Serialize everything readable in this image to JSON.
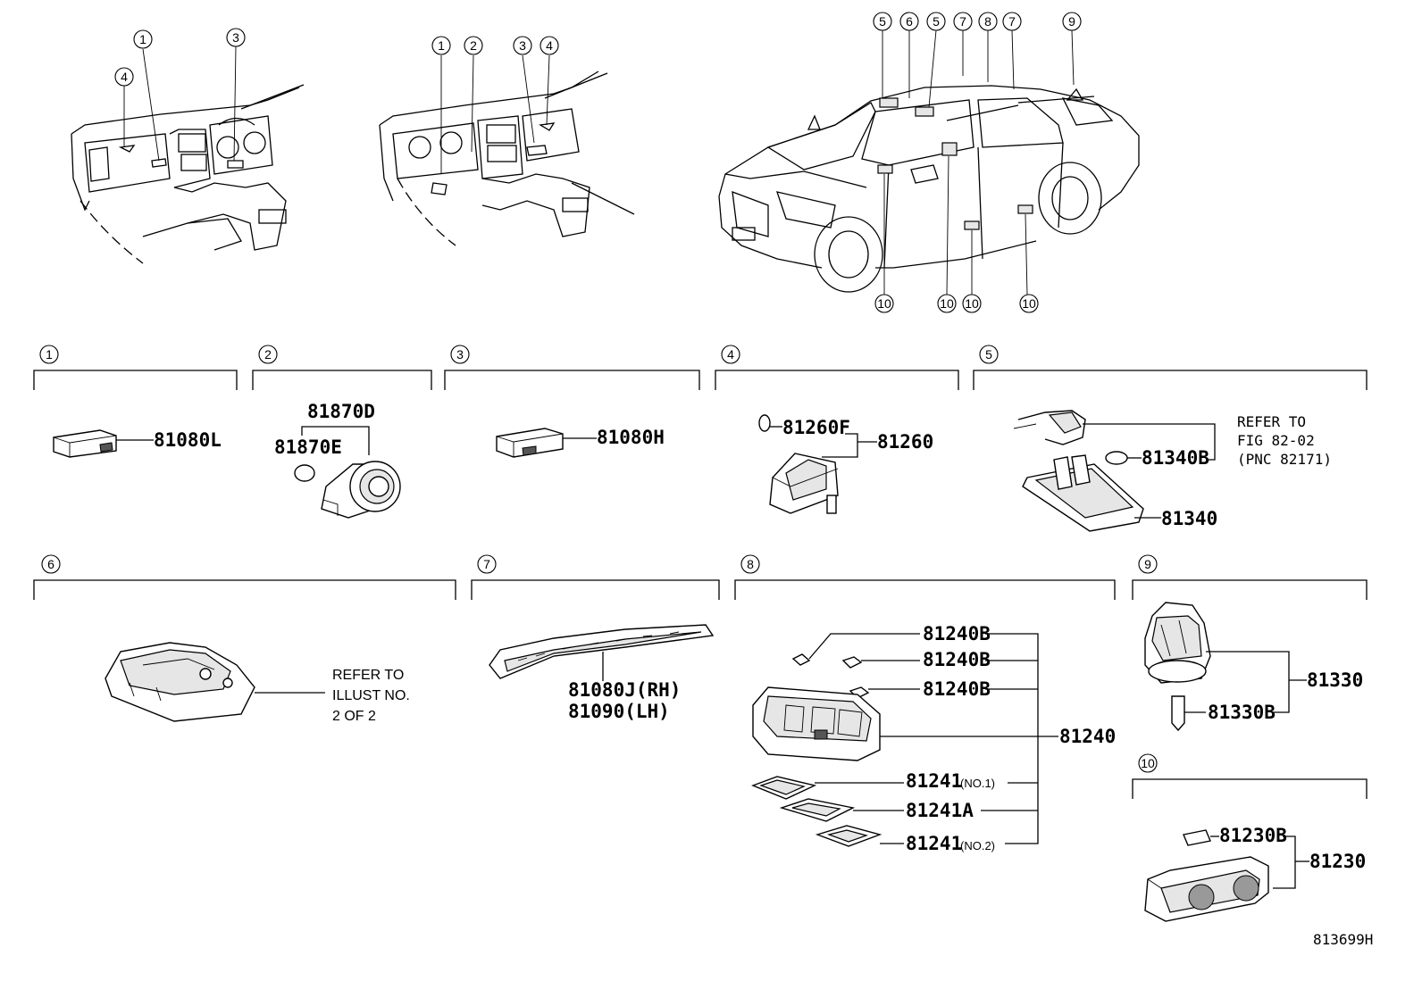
{
  "circle_numbers": [
    "1",
    "2",
    "3",
    "4",
    "5",
    "6",
    "7",
    "8",
    "9",
    "10"
  ],
  "parts": {
    "p81080L": "81080L",
    "p81870D": "81870D",
    "p81870E": "81870E",
    "p81080H": "81080H",
    "p81260F": "81260F",
    "p81260": "81260",
    "p81340B": "81340B",
    "p81340": "81340",
    "p81080J": "81080J(RH)",
    "p81090": "81090(LH)",
    "p81240B": "81240B",
    "p81240": "81240",
    "p81241": "81241",
    "p81241_no1": "(NO.1)",
    "p81241A": "81241A",
    "p81241_no2": "(NO.2)",
    "p81330": "81330",
    "p81330B": "81330B",
    "p81230B": "81230B",
    "p81230": "81230"
  },
  "notes": {
    "refer5_l1": "REFER TO",
    "refer5_l2": "FIG 82-02",
    "refer5_l3": "(PNC 82171)",
    "refer6_l1": "REFER TO",
    "refer6_l2": "ILLUST NO.",
    "refer6_l3": "2 OF 2"
  },
  "diagram_code": "813699H"
}
